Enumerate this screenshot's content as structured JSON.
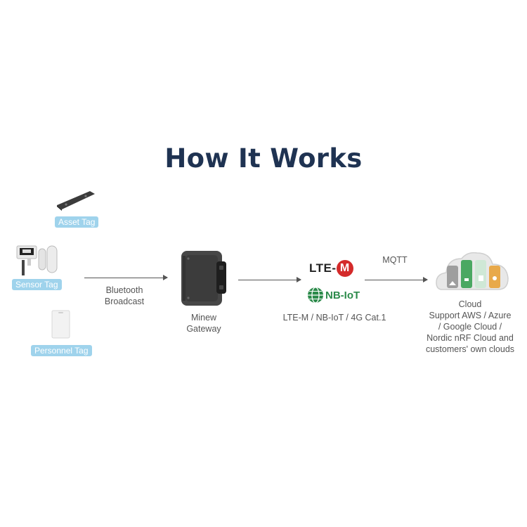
{
  "title": "How It Works",
  "tags": {
    "asset": "Asset Tag",
    "sensor": "Sensor Tag",
    "personnel": "Personnel Tag"
  },
  "links": {
    "bluetooth": [
      "Bluetooth",
      "Broadcast"
    ],
    "mqtt": "MQTT"
  },
  "gateway": [
    "Minew",
    "Gateway"
  ],
  "network": {
    "lte_logo_text": "LTE-",
    "lte_logo_letter": "M",
    "nb_logo_text": "NB-IoT",
    "caption": "LTE-M / NB-IoT / 4G Cat.1"
  },
  "cloud": [
    "Cloud",
    "Support AWS / Azure",
    "/ Google Cloud /",
    "Nordic nRF Cloud and",
    "customers' own clouds"
  ],
  "colors": {
    "title": "#1f3352",
    "tag_bg": "#9fd3ec",
    "nb_green": "#2b8a4a",
    "lte_red": "#d42a2a"
  }
}
